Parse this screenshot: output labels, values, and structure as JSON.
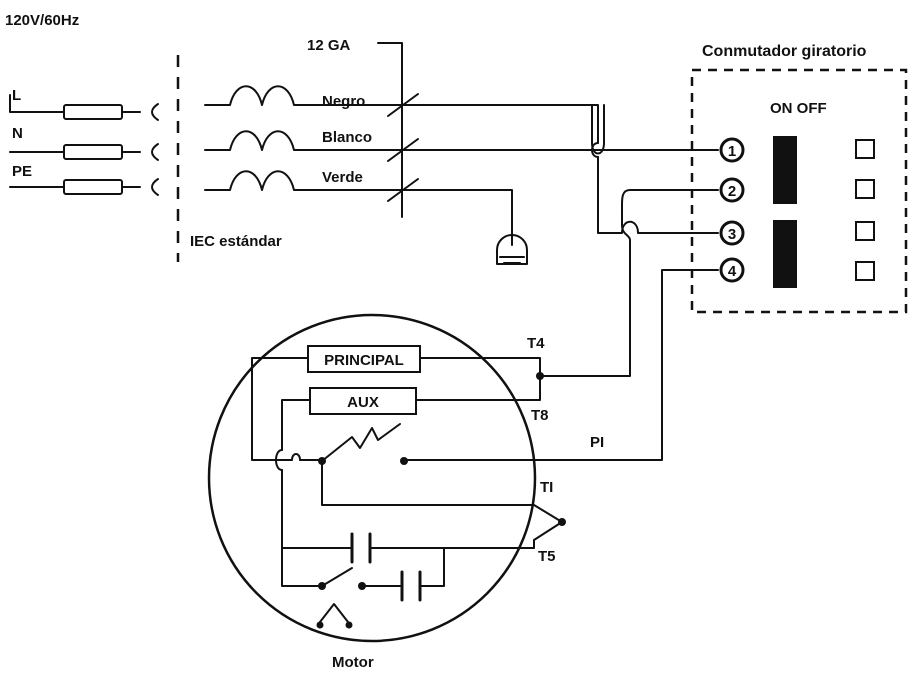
{
  "labels": {
    "supply": "120V/60Hz",
    "gauge": "12 GA",
    "switch_title": "Conmutador giratorio",
    "switch_states": "ON OFF",
    "line_l": "L",
    "line_n": "N",
    "line_pe": "PE",
    "wire_black": "Negro",
    "wire_white": "Blanco",
    "wire_green": "Verde",
    "iec": "IEC estándar",
    "main_winding": "PRINCIPAL",
    "aux_winding": "AUX",
    "t4": "T4",
    "t8": "T8",
    "pi": "PI",
    "t1": "TI",
    "t5": "T5",
    "motor": "Motor"
  },
  "switch_terminals": [
    "1",
    "2",
    "3",
    "4"
  ]
}
